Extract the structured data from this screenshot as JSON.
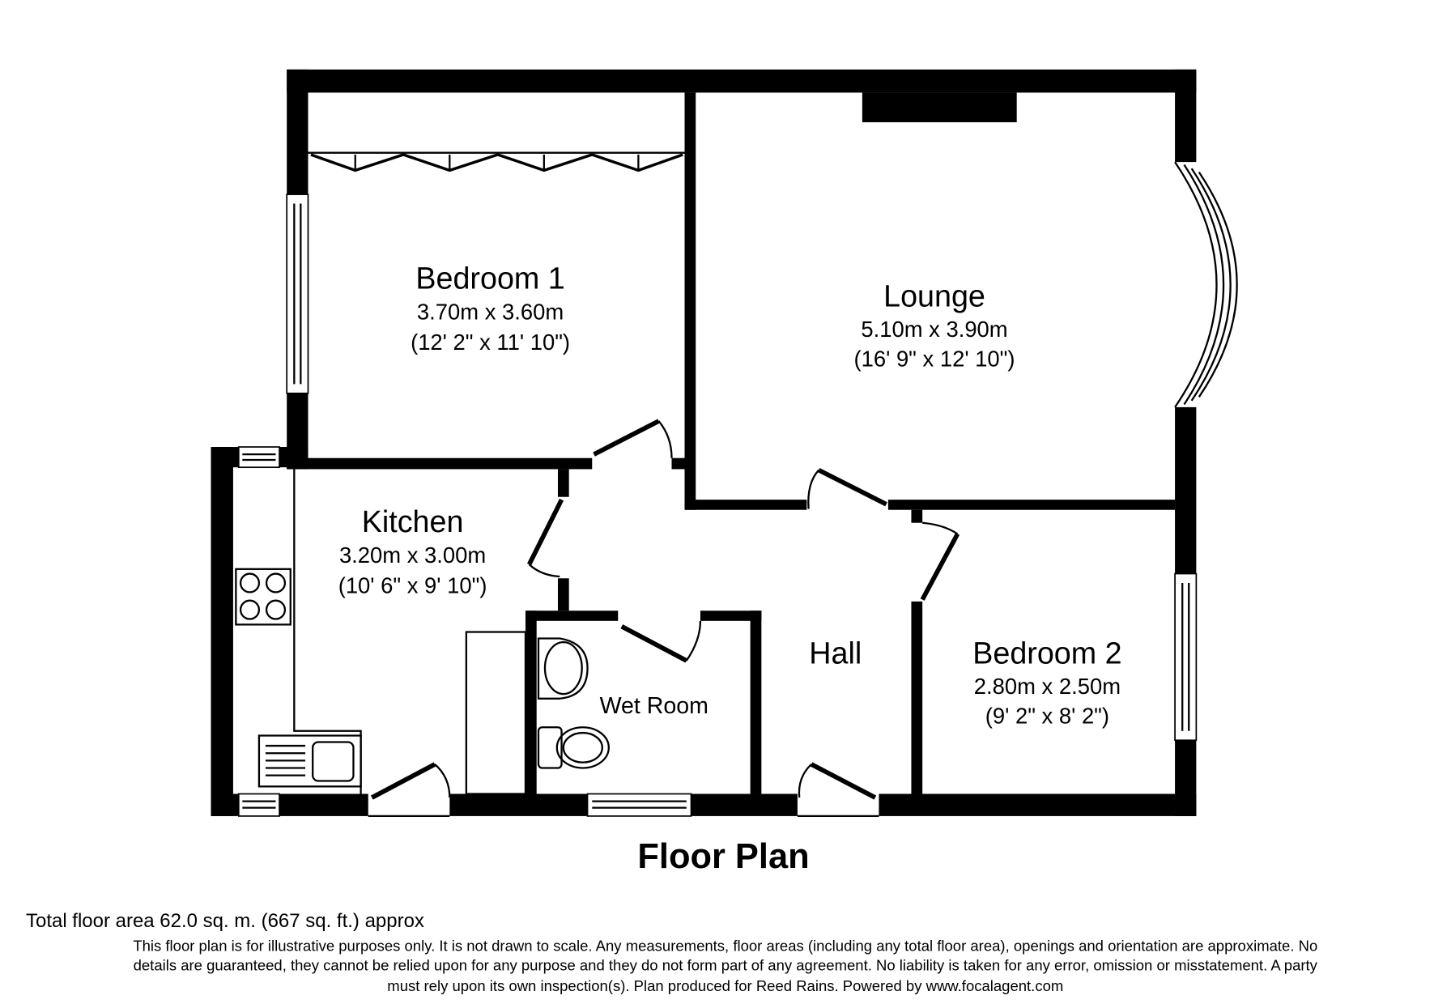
{
  "title": "Floor Plan",
  "rooms": {
    "bedroom1": {
      "name": "Bedroom 1",
      "metric": "3.70m x 3.60m",
      "imperial": "(12' 2\" x 11' 10\")"
    },
    "lounge": {
      "name": "Lounge",
      "metric": "5.10m x 3.90m",
      "imperial": "(16' 9\" x 12' 10\")"
    },
    "kitchen": {
      "name": "Kitchen",
      "metric": "3.20m x 3.00m",
      "imperial": "(10' 6\" x 9' 10\")"
    },
    "hall": {
      "name": "Hall"
    },
    "bedroom2": {
      "name": "Bedroom 2",
      "metric": "2.80m x 2.50m",
      "imperial": "(9' 2\" x 8' 2\")"
    },
    "wetroom": {
      "name": "Wet Room"
    }
  },
  "footer": {
    "total_area": "Total floor area 62.0 sq. m. (667 sq. ft.) approx",
    "disclaimer": [
      "This floor plan is for illustrative purposes only. It is not drawn to scale. Any measurements, floor areas (including any total floor area), openings and orientation are approximate. No",
      "details are guaranteed, they cannot be relied upon for any purpose and they do not form part of any agreement. No liability is taken for any error, omission or misstatement. A party",
      "must rely upon its own inspection(s). Plan produced for Reed Rains. Powered by www.focalagent.com"
    ]
  }
}
